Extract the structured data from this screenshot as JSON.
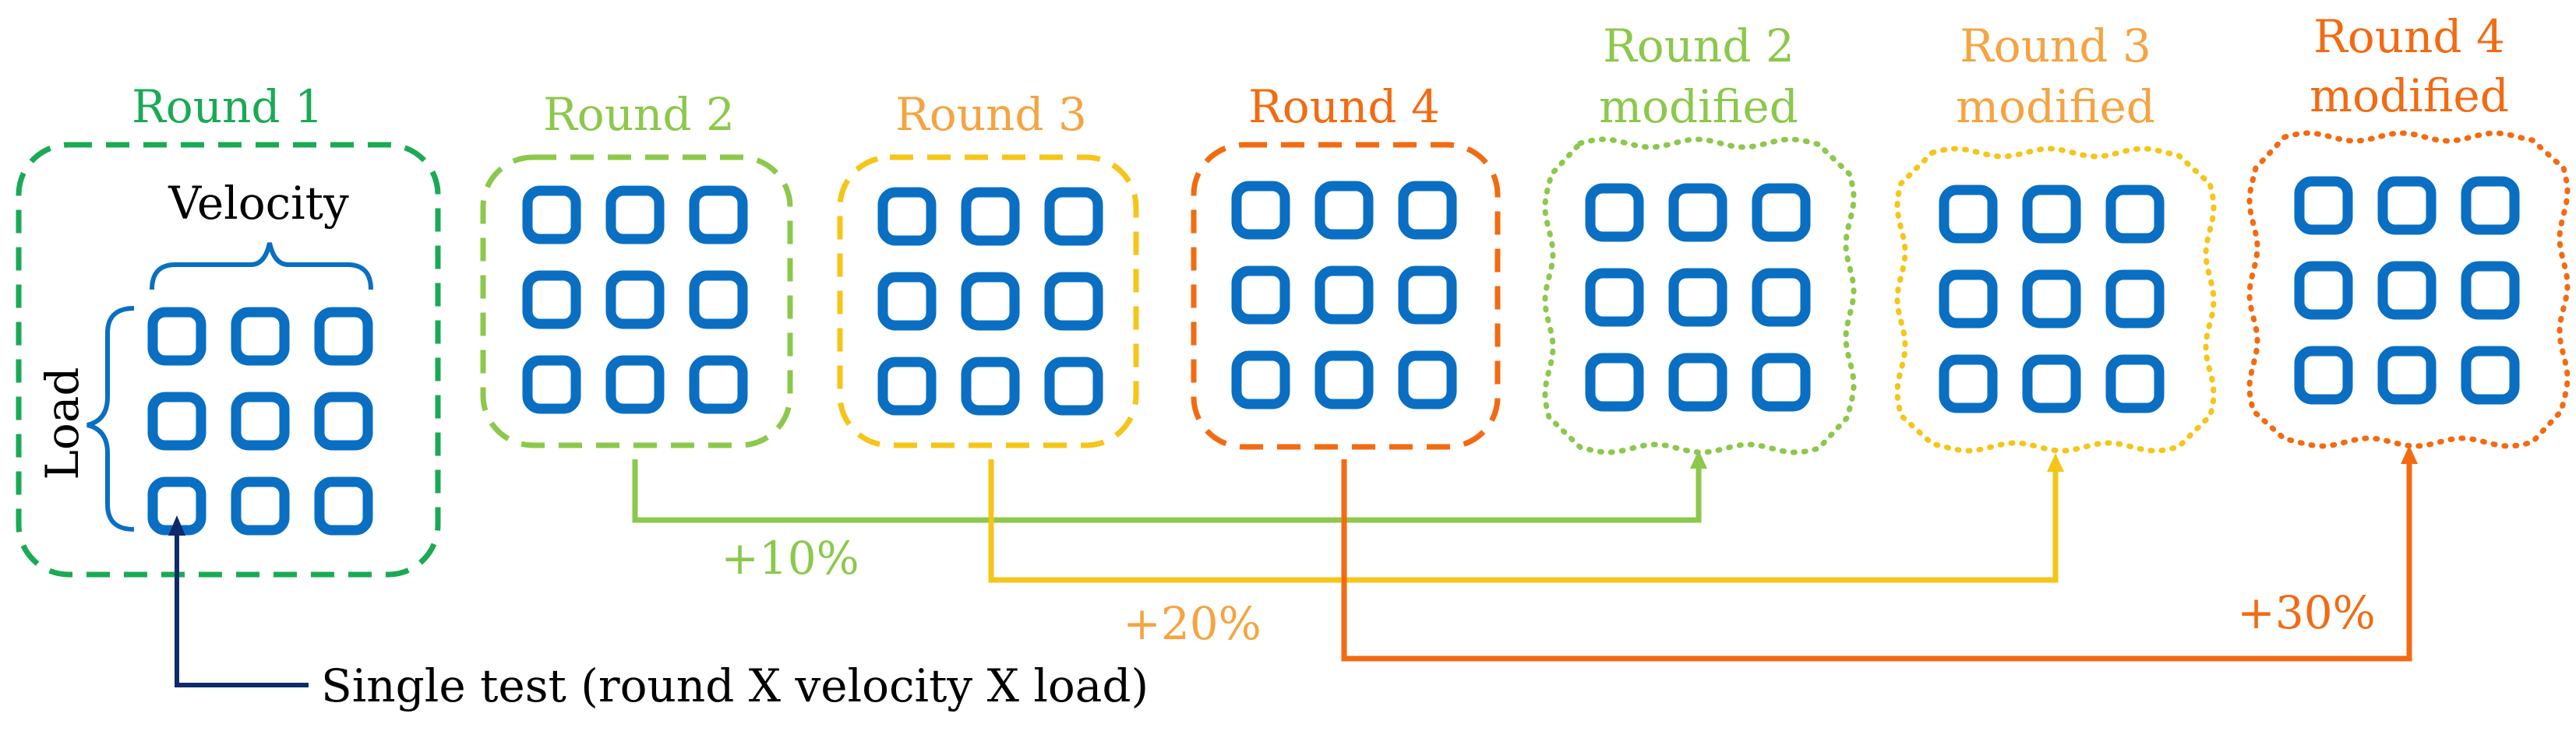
{
  "colors": {
    "round1": "#1aaa55",
    "round2": "#8cc84b",
    "round3": "#f5c518",
    "round3_text": "#f5a442",
    "round4": "#f26b12",
    "round4_text": "#f26b12",
    "cell": "#0a6fc2",
    "annotation": "#0e2a6b",
    "text": "#000000"
  },
  "rounds": {
    "r1": {
      "title": "Round 1"
    },
    "r2": {
      "title": "Round 2"
    },
    "r3": {
      "title": "Round 3"
    },
    "r4": {
      "title": "Round 4"
    },
    "r2m": {
      "title_line1": "Round 2",
      "title_line2": "modified"
    },
    "r3m": {
      "title_line1": "Round 3",
      "title_line2": "modified"
    },
    "r4m": {
      "title_line1": "Round 4",
      "title_line2": "modified"
    }
  },
  "axes": {
    "velocity": "Velocity",
    "load": "Load"
  },
  "connectors": {
    "plus10": "+10%",
    "plus20": "+20%",
    "plus30": "+30%"
  },
  "single_test_note": "Single test (round X velocity X load)"
}
